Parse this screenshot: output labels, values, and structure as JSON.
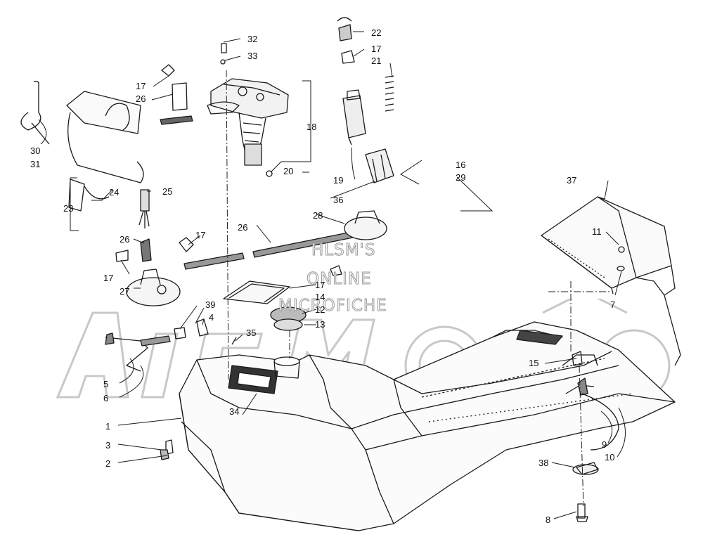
{
  "watermark": {
    "lines": [
      "HLSM'S",
      "ONLINE",
      "MICROFICHE"
    ],
    "logo_text": "ArcMoto"
  },
  "callouts": {
    "c1": "1",
    "c2": "2",
    "c3": "3",
    "c4": "4",
    "c5": "5",
    "c6": "6",
    "c7": "7",
    "c8": "8",
    "c9": "9",
    "c10": "10",
    "c11": "11",
    "c12": "12",
    "c13": "13",
    "c14": "14",
    "c15": "15",
    "c16": "16",
    "c17a": "17",
    "c17b": "17",
    "c17c": "17",
    "c17d": "17",
    "c17e": "17",
    "c18": "18",
    "c19": "19",
    "c20": "20",
    "c21": "21",
    "c22": "22",
    "c23": "23",
    "c24": "24",
    "c25": "25",
    "c26a": "26",
    "c26b": "26",
    "c26c": "26",
    "c27": "27",
    "c28": "28",
    "c29": "29",
    "c30": "30",
    "c31": "31",
    "c32": "32",
    "c33": "33",
    "c34": "34",
    "c35": "35",
    "c36": "36",
    "c37": "37",
    "c38": "38",
    "c39": "39"
  }
}
